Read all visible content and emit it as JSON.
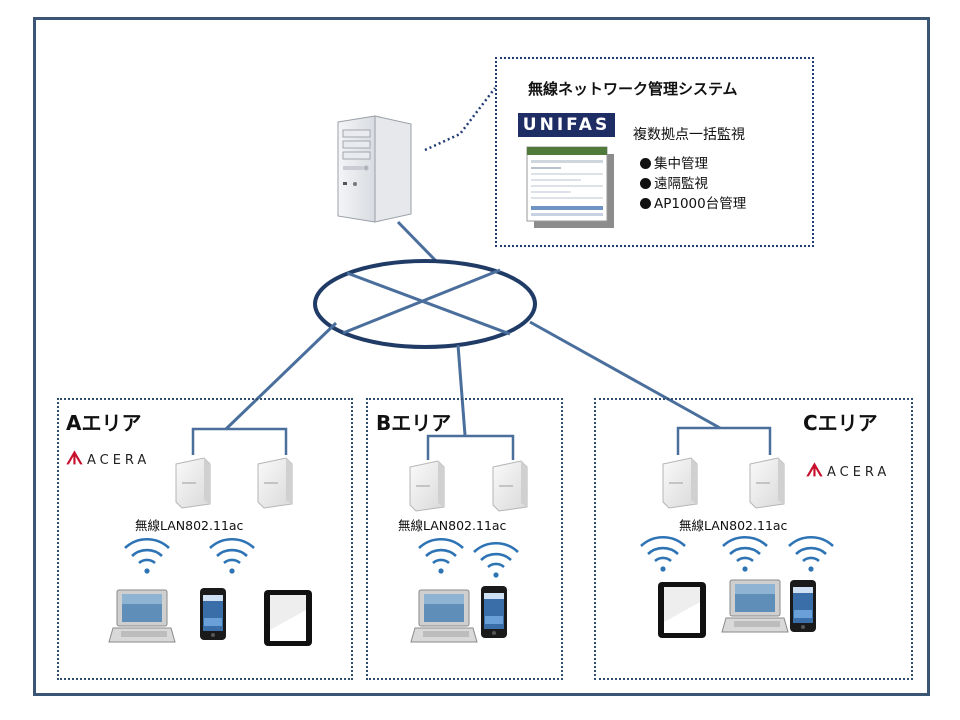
{
  "system": {
    "title": "無線ネットワーク管理システム",
    "logo": "UNIFAS",
    "subtitle": "複数拠点一括監視",
    "features": [
      "集中管理",
      "遠隔監視",
      "AP1000台管理"
    ]
  },
  "areas": [
    {
      "name": "Aエリア",
      "lan": "無線LAN802.11ac",
      "brand": "ACERA"
    },
    {
      "name": "Bエリア",
      "lan": "無線LAN802.11ac"
    },
    {
      "name": "Cエリア",
      "lan": "無線LAN802.11ac",
      "brand": "ACERA"
    }
  ],
  "colors": {
    "frame": "#3b5675",
    "link": "#4a6f9c",
    "network": "#1f3b66",
    "wifi": "#2e74b5",
    "unifas_bg": "#1e2d63",
    "acera_mark": "#c8102e"
  }
}
